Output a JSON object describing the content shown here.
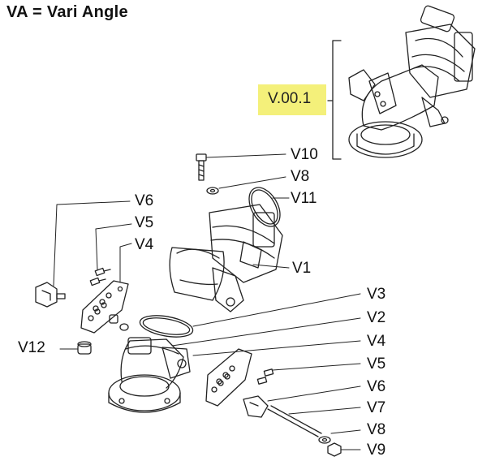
{
  "title": "VA = Vari Angle",
  "highlight_color": "#f4f07a",
  "assembly_ref": "V.00.1",
  "parts": {
    "v10": "V10",
    "v8_top": "V8",
    "v11": "V11",
    "v6_left": "V6",
    "v5_left": "V5",
    "v4_left": "V4",
    "v1": "V1",
    "v3": "V3",
    "v2": "V2",
    "v4_right": "V4",
    "v12": "V12",
    "v5_right": "V5",
    "v6_right": "V6",
    "v7": "V7",
    "v8_right": "V8",
    "v9": "V9"
  }
}
